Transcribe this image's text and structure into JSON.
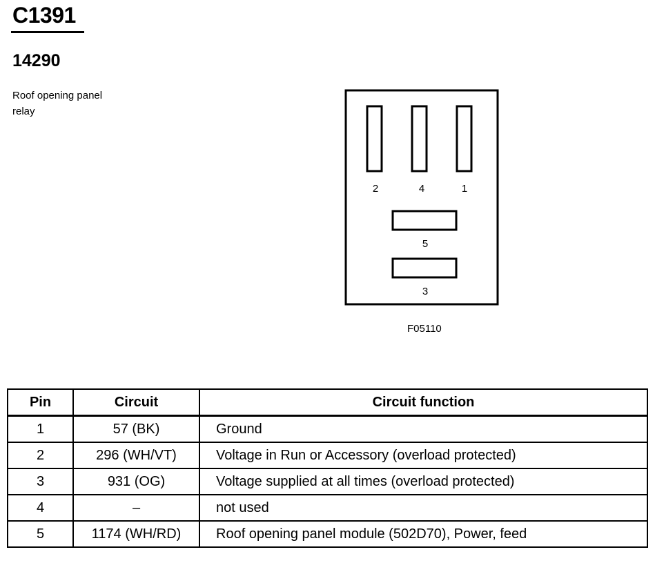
{
  "connector": {
    "id": "C1391",
    "part_number": "14290",
    "description_lines": [
      "Roof opening panel",
      "relay"
    ]
  },
  "diagram": {
    "pin_labels": {
      "p2": "2",
      "p4": "4",
      "p1": "1",
      "p5": "5",
      "p3": "3"
    },
    "figure_code": "F05110"
  },
  "table": {
    "headers": [
      "Pin",
      "Circuit",
      "Circuit function"
    ],
    "rows": [
      {
        "pin": "1",
        "circuit": "57 (BK)",
        "function": "Ground"
      },
      {
        "pin": "2",
        "circuit": "296 (WH/VT)",
        "function": "Voltage in Run or Accessory (overload protected)"
      },
      {
        "pin": "3",
        "circuit": "931 (OG)",
        "function": "Voltage supplied at all times (overload protected)"
      },
      {
        "pin": "4",
        "circuit": "–",
        "function": "not used"
      },
      {
        "pin": "5",
        "circuit": "1174 (WH/RD)",
        "function": "Roof opening panel module (502D70), Power, feed"
      }
    ]
  }
}
